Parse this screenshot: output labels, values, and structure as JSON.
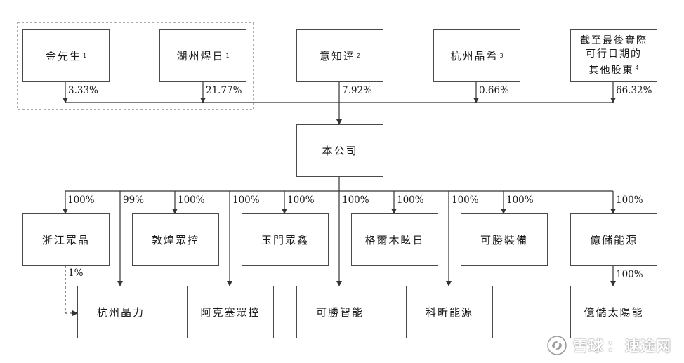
{
  "shareholders": [
    {
      "id": "jin",
      "name": "金先生",
      "note": "1",
      "pct": "3.33%"
    },
    {
      "id": "huzhou",
      "name": "湖州煜日",
      "note": "1",
      "pct": "21.77%"
    },
    {
      "id": "yizhida",
      "name": "意知達",
      "note": "2",
      "pct": "7.92%"
    },
    {
      "id": "hzjx",
      "name": "杭州晶希",
      "note": "3",
      "pct": "0.66%"
    },
    {
      "id": "others",
      "name": "截至最後實際可行日期的其他股東",
      "lines": [
        "截至最後實際",
        "可行日期的",
        "其他股東"
      ],
      "note": "4",
      "pct": "66.32%"
    }
  ],
  "company": {
    "name": "本公司"
  },
  "subsidiaries": [
    {
      "id": "zjzj",
      "name": "浙江眾晶",
      "pct": "100%"
    },
    {
      "id": "hzjl_link",
      "name": "",
      "pct": "99%"
    },
    {
      "id": "dhzk",
      "name": "敦煌眾控",
      "pct": "100%"
    },
    {
      "id": "akszk_link",
      "name": "",
      "pct": "100%"
    },
    {
      "id": "ymzx",
      "name": "玉門眾鑫",
      "pct": "100%"
    },
    {
      "id": "ksznr_link",
      "name": "",
      "pct": "100%"
    },
    {
      "id": "gemxr",
      "name": "格爾木眩日",
      "pct": "100%"
    },
    {
      "id": "kxny_link",
      "name": "",
      "pct": "100%"
    },
    {
      "id": "kszb",
      "name": "可勝裝備",
      "pct": "100%"
    },
    {
      "id": "ycny",
      "name": "億儲能源",
      "pct": "100%"
    }
  ],
  "second_level": [
    {
      "id": "hzjl",
      "name": "杭州晶力",
      "parent_pct": "1%"
    },
    {
      "id": "akszk",
      "name": "阿克塞眾控"
    },
    {
      "id": "kszn",
      "name": "可勝智能"
    },
    {
      "id": "kxny",
      "name": "科昕能源"
    },
    {
      "id": "yctyn",
      "name": "億儲太陽能",
      "parent_pct": "100%"
    }
  ],
  "watermark": {
    "brand": "雪球",
    "sep": "：",
    "author": "速途网"
  }
}
